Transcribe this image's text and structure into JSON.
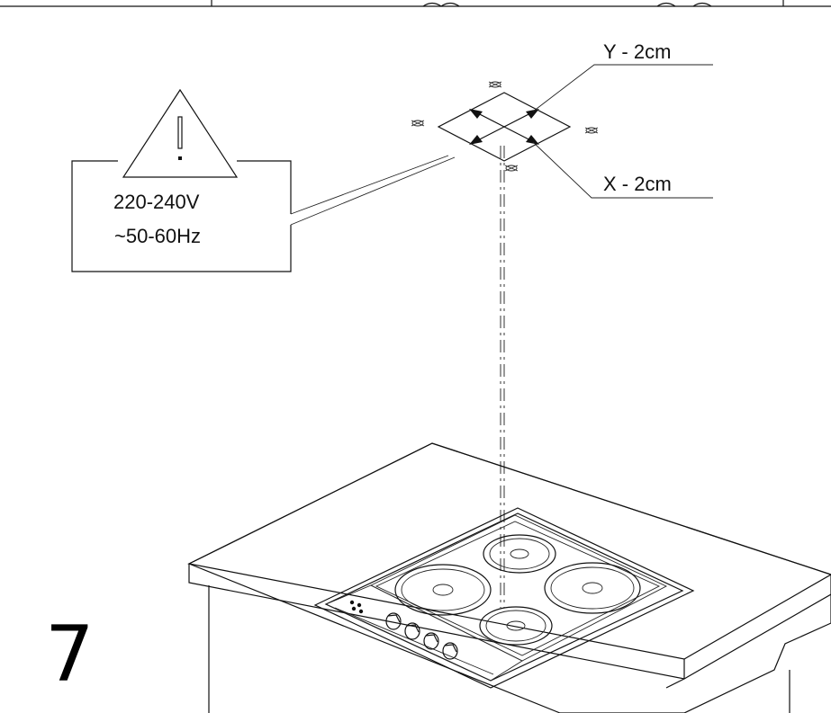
{
  "figure": {
    "number": "7"
  },
  "warning": {
    "icon": "warning-triangle-icon",
    "voltage": "220-240V",
    "frequency": "~50-60Hz"
  },
  "dimensions": {
    "y_label": "Y - 2cm",
    "x_label": "X - 2cm"
  },
  "hob": {
    "burner_count": 4,
    "knob_count": 4
  }
}
